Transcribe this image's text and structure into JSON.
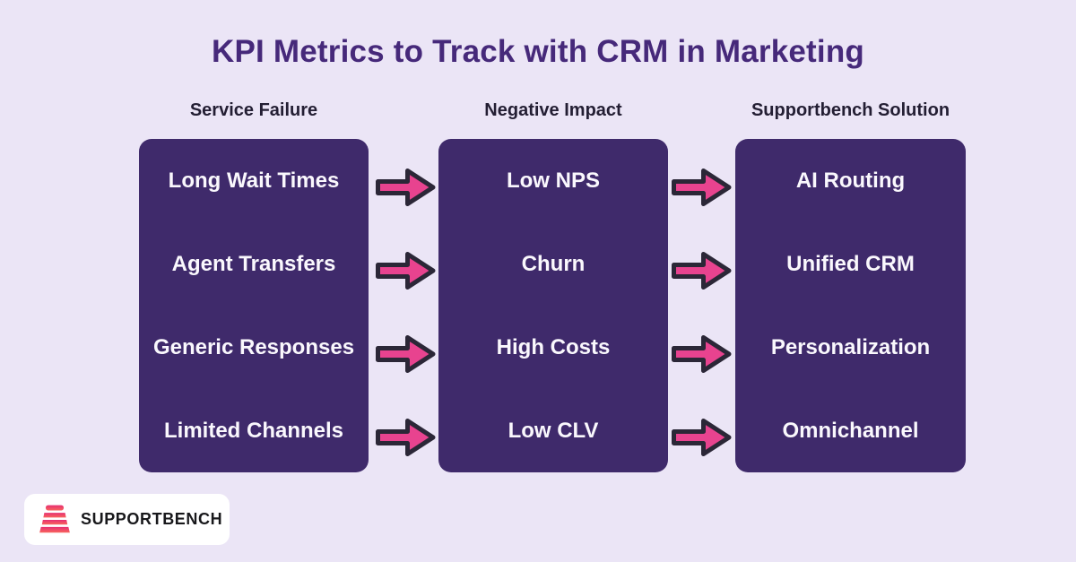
{
  "title": "KPI Metrics to Track with CRM in Marketing",
  "columns": [
    {
      "header": "Service Failure",
      "items": [
        "Long Wait Times",
        "Agent Transfers",
        "Generic Responses",
        "Limited Channels"
      ]
    },
    {
      "header": "Negative Impact",
      "items": [
        "Low NPS",
        "Churn",
        "High Costs",
        "Low CLV"
      ]
    },
    {
      "header": "Supportbench Solution",
      "items": [
        "AI Routing",
        "Unified CRM",
        "Personalization",
        "Omnichannel"
      ]
    }
  ],
  "logo": {
    "text": "SUPPORTBENCH",
    "icon": "bench-icon"
  },
  "colors": {
    "background": "#ebe5f6",
    "panel": "#3f2a6b",
    "title_text": "#46297a",
    "header_text": "#231e33",
    "item_text": "#faf8fd",
    "arrow_fill": "#e8438f",
    "arrow_outline": "#2b2737",
    "logo_bg": "#ffffff",
    "logo_text": "#18181b",
    "logo_icon_top": "#e62e72",
    "logo_icon_bottom": "#f8655c"
  }
}
